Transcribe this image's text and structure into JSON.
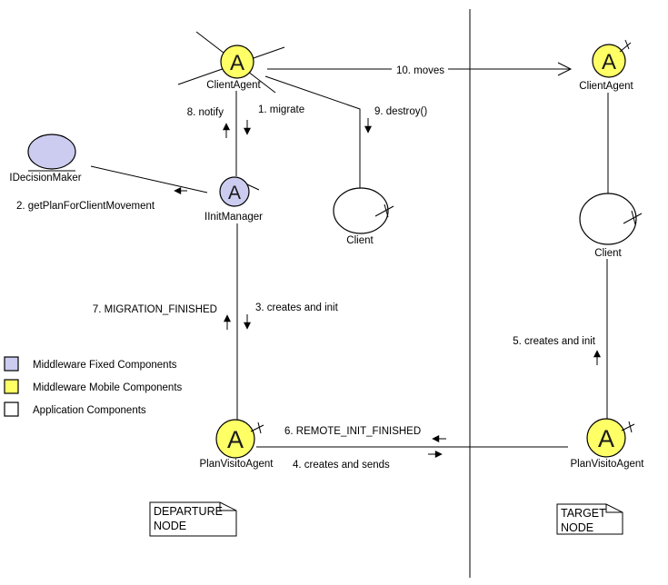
{
  "colors": {
    "middleware_fixed": "#ccccf0",
    "middleware_mobile": "#ffff66",
    "application": "#ffffff",
    "line": "#000000"
  },
  "nodes": {
    "agent_glyph": "A",
    "departure_client_agent": {
      "label": "ClientAgent"
    },
    "target_client_agent": {
      "label": "ClientAgent"
    },
    "decision_maker": {
      "label": "IDecisionMaker"
    },
    "init_manager": {
      "label": "IInitManager"
    },
    "departure_client": {
      "label": "Client"
    },
    "target_client": {
      "label": "Client"
    },
    "departure_plan_visito_agent": {
      "label": "PlanVisitoAgent"
    },
    "target_plan_visito_agent": {
      "label": "PlanVisitoAgent"
    }
  },
  "edges": {
    "migrate": {
      "label": "1. migrate"
    },
    "get_plan_for_client_movement": {
      "label": "2. getPlanForClientMovement"
    },
    "creates_and_init_departure": {
      "label": "3. creates and init"
    },
    "creates_and_sends": {
      "label": "4. creates and sends"
    },
    "creates_and_init_target": {
      "label": "5. creates and init"
    },
    "remote_init_finished": {
      "label": "6. REMOTE_INIT_FINISHED"
    },
    "migration_finished": {
      "label": "7. MIGRATION_FINISHED"
    },
    "notify": {
      "label": "8. notify"
    },
    "destroy": {
      "label": "9. destroy()"
    },
    "moves": {
      "label": "10. moves"
    }
  },
  "legend": {
    "items": [
      {
        "label": "Middleware Fixed Components",
        "color": "#ccccf0"
      },
      {
        "label": "Middleware Mobile Components",
        "color": "#ffff66"
      },
      {
        "label": "Application Components",
        "color": "#ffffff"
      }
    ]
  },
  "notes": {
    "departure": {
      "line1": "DEPARTURE",
      "line2": "NODE"
    },
    "target": {
      "line1": "TARGET",
      "line2": "NODE"
    }
  }
}
